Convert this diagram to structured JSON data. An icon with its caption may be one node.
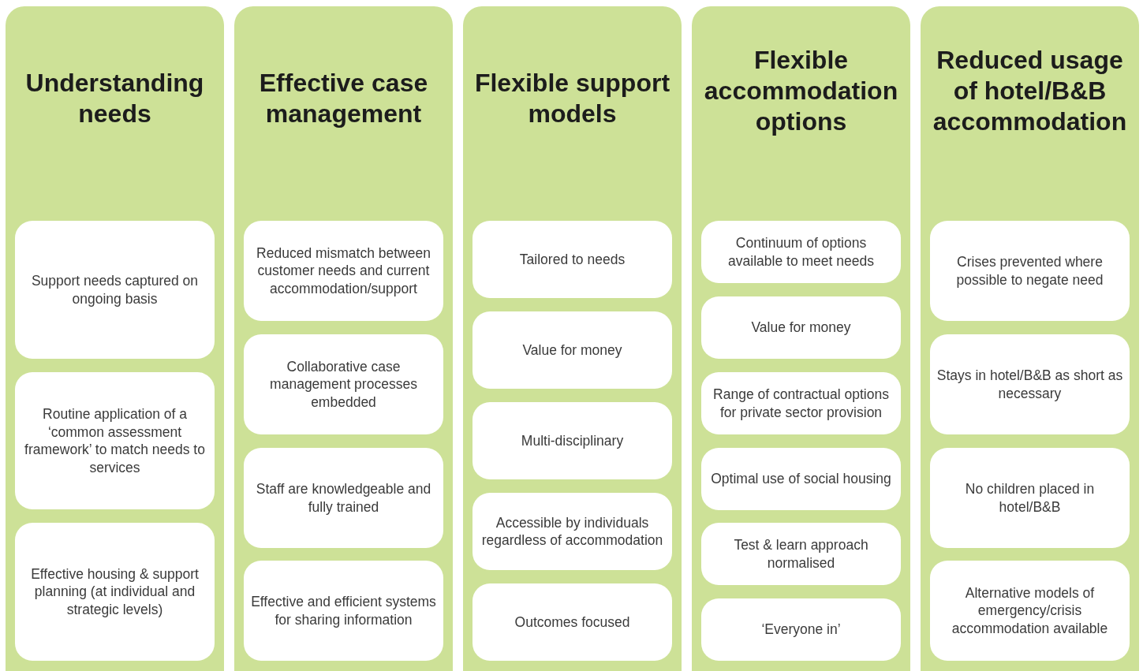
{
  "diagram": {
    "nodes": [
      {
        "text": [
          "Understanding needs"
        ]
      },
      {
        "text": [
          "Support needs captured on ongoing basis"
        ],
        "in": 0
      },
      {
        "text": [
          "Routine application of a ‘common assessment framework’ to match needs to services"
        ],
        "in": 0
      },
      {
        "text": [
          "Effective housing & support planning (at individual and strategic levels)"
        ],
        "in": 0
      },
      {
        "text": [
          "Effective case management"
        ]
      },
      {
        "text": [
          "Reduced mismatch between customer needs and current accommodation/support"
        ],
        "in": 4
      },
      {
        "text": [
          "Collaborative case management processes embedded"
        ],
        "in": 4
      },
      {
        "text": [
          "Staff are knowledgeable and fully trained"
        ],
        "in": 4
      },
      {
        "text": [
          "Effective and efficient systems for sharing information"
        ],
        "in": 4
      },
      {
        "text": [
          "Flexible support models"
        ]
      },
      {
        "text": [
          "Tailored to needs"
        ],
        "in": 9
      },
      {
        "text": [
          "Value for money"
        ],
        "in": 9
      },
      {
        "text": [
          "Multi-disciplinary"
        ],
        "in": 9
      },
      {
        "text": [
          "Accessible by individuals regardless of accommodation"
        ],
        "in": 9
      },
      {
        "text": [
          "Outcomes focused"
        ],
        "in": 9
      },
      {
        "text": [
          "Flexible accommodation options"
        ]
      },
      {
        "text": [
          "Continuum of options available to meet needs"
        ],
        "in": 15
      },
      {
        "text": [
          "Value for money"
        ],
        "in": 15
      },
      {
        "text": [
          "Range of contractual options for private sector provision"
        ],
        "in": 15
      },
      {
        "text": [
          "Optimal use of social housing"
        ],
        "in": 15
      },
      {
        "text": [
          "Test & learn approach normalised"
        ],
        "in": 15
      },
      {
        "text": [
          "‘Everyone in’"
        ],
        "in": 15
      },
      {
        "text": [
          "Reduced usage of hotel/B&B accommodation"
        ]
      },
      {
        "text": [
          "Crises prevented where possible to negate need"
        ],
        "in": 22
      },
      {
        "text": [
          "Stays in hotel/B&B as short as necessary"
        ],
        "in": 22
      },
      {
        "text": [
          "No children placed in hotel/B&B"
        ],
        "in": 22
      },
      {
        "text": [
          "Alternative models of emergency/crisis accommodation available"
        ],
        "in": 22
      }
    ]
  }
}
